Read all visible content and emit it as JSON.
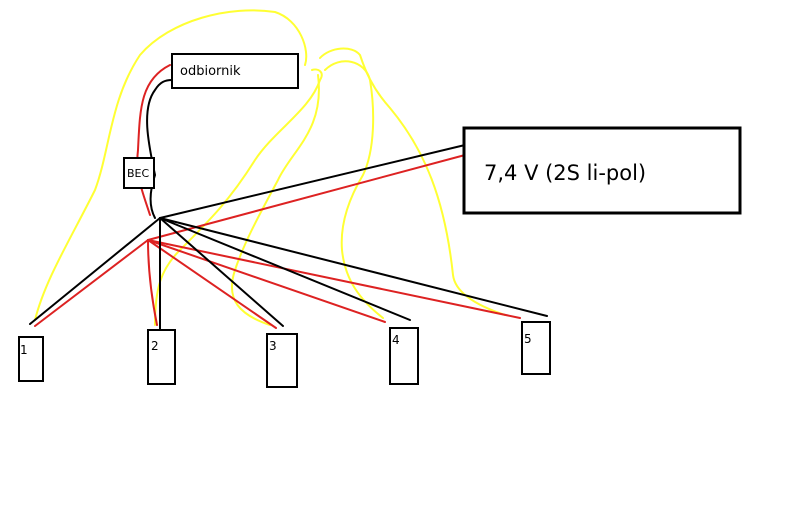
{
  "receiver": {
    "label": "odbiornik"
  },
  "bec": {
    "label": "BEC"
  },
  "battery": {
    "label": "7,4 V (2S li-pol)"
  },
  "servos": [
    {
      "label": "1"
    },
    {
      "label": "2"
    },
    {
      "label": "3"
    },
    {
      "label": "4"
    },
    {
      "label": "5"
    }
  ],
  "colors": {
    "signal_wire": "#ffff33",
    "positive_wire": "#dd2222",
    "ground_wire": "#000000",
    "box_stroke": "#000000",
    "background": "#ffffff"
  }
}
